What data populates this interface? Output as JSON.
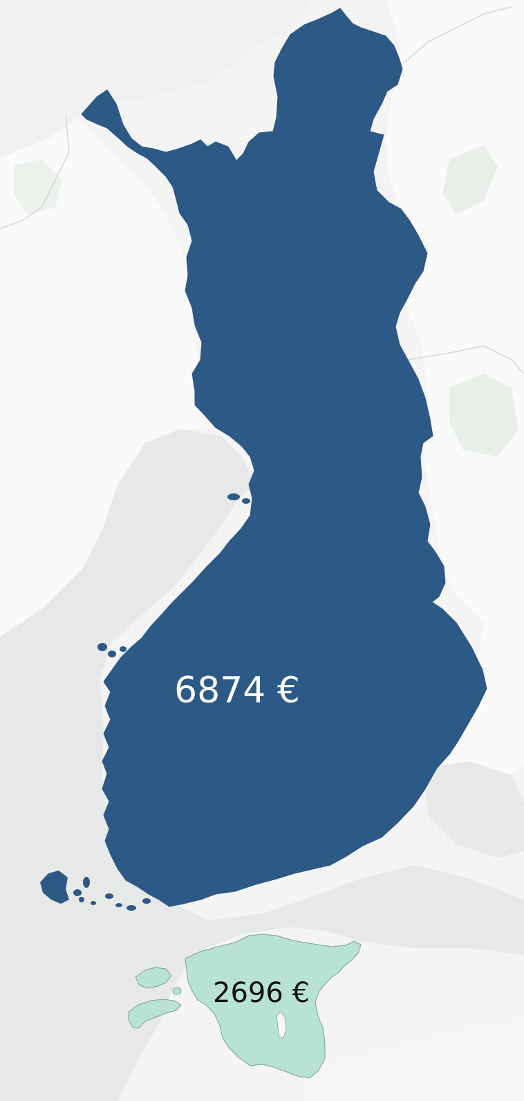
{
  "map": {
    "colors": {
      "background": "#f4f4f4",
      "water": "#e7e9e9",
      "land_other": "#fafafa",
      "land_green": "#e4ece4",
      "borders": "#d4d4d4",
      "high_value_fill": "#2c5985",
      "low_value_fill": "#b8e2d1",
      "label_on_dark": "#ffffff",
      "label_on_light": "#111111"
    },
    "regions": [
      {
        "name_icon": "finland-region",
        "value": 6874,
        "label": "6874 €"
      },
      {
        "name_icon": "estonia-region",
        "value": 2696,
        "label": "2696 €"
      }
    ]
  }
}
